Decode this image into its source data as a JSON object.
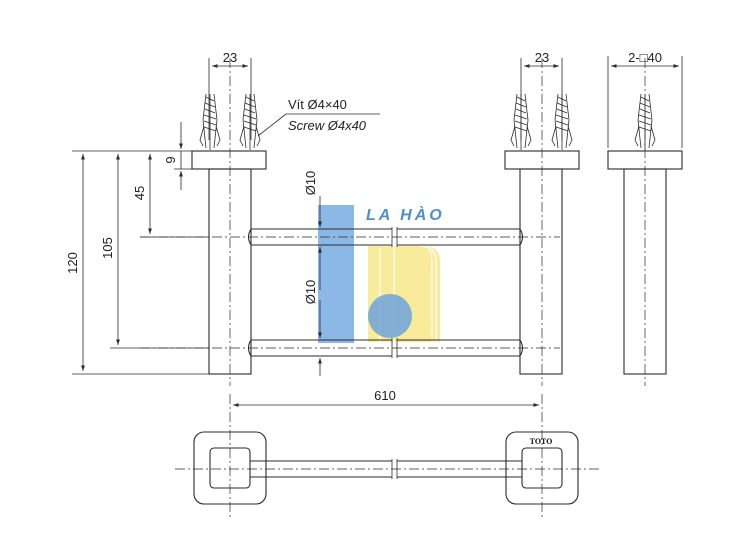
{
  "drawing": {
    "dims": {
      "width_top_left": "23",
      "width_top_right": "23",
      "square_size": "2-□40",
      "plate_thickness": "9",
      "bar_offset": "45",
      "bar_spacing": "105",
      "total_height": "120",
      "bar_diameter_top": "Ø10",
      "bar_diameter_bottom": "Ø10",
      "length": "610"
    },
    "screw": {
      "label_vi": "Vít Ø4×40",
      "label_en": "Screw Ø4x40"
    },
    "brand": "TOTO"
  },
  "watermark": {
    "text": "LA HÀO",
    "colors": {
      "blue": "#4a90d9",
      "yellow": "#f5e26a",
      "text": "#3b82c4"
    }
  }
}
